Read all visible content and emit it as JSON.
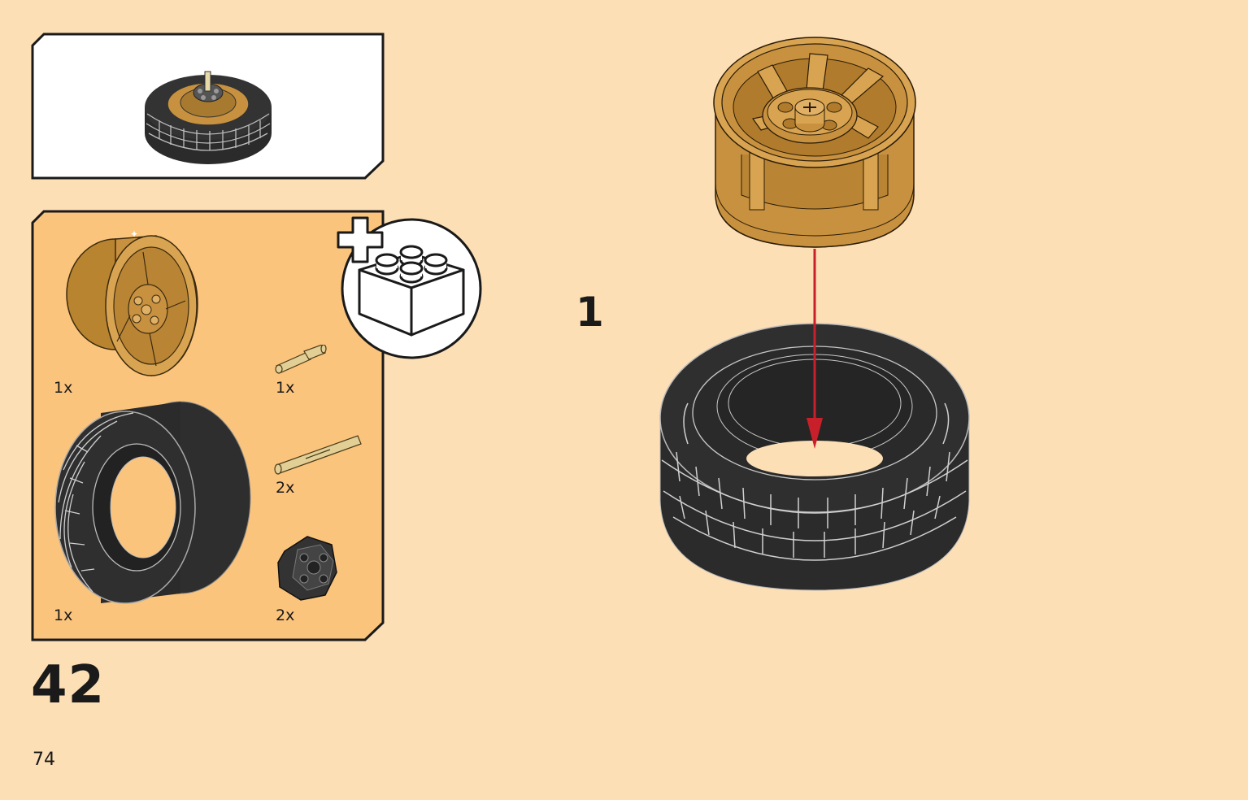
{
  "page": {
    "step_number": "42",
    "page_number": "74",
    "substep_number": "1"
  },
  "parts_list": {
    "items": [
      {
        "name": "rim",
        "qty": "1x"
      },
      {
        "name": "pin",
        "qty": "1x"
      },
      {
        "name": "tire",
        "qty": "1x"
      },
      {
        "name": "axle",
        "qty": "2x"
      },
      {
        "name": "hub",
        "qty": "2x"
      }
    ]
  },
  "icons": {
    "new_brick_badge": "plus-brick-icon",
    "arrow": "insert-arrow-icon"
  },
  "colors": {
    "page_background": "#fddfb6",
    "parts_panel_background": "#fbc47c",
    "rim_gold": "#c8913f",
    "tire_black": "#2b2b2b",
    "arrow_red": "#c8202a"
  }
}
